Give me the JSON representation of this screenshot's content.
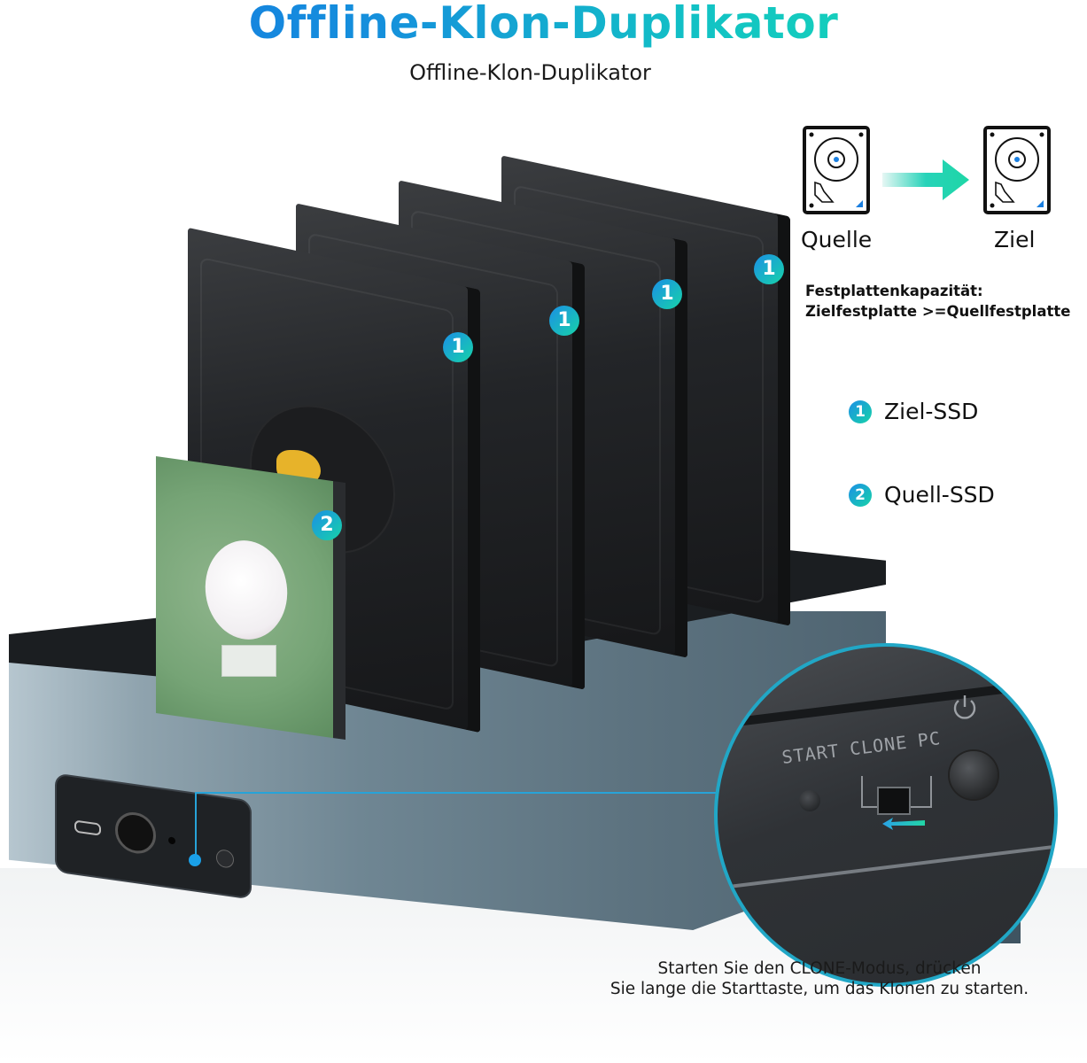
{
  "header": {
    "title": "Offline-Klon-Duplikator",
    "subtitle": "Offline-Klon-Duplikator",
    "title_gradient": [
      "#1673e4",
      "#1ae2ae"
    ]
  },
  "diagram": {
    "source_label": "Quelle",
    "target_label": "Ziel",
    "source_icon": "hard-disk-icon",
    "target_icon": "hard-disk-icon",
    "arrow_icon": "arrow-right-icon",
    "arrow_color": "#1ed6a6"
  },
  "capacity_note": {
    "line1": "Festplattenkapazität:",
    "line2": "Zielfestplatte >=Quellfestplatte"
  },
  "legend": [
    {
      "number": "1",
      "label": "Ziel-SSD"
    },
    {
      "number": "2",
      "label": "Quell-SSD"
    }
  ],
  "drives": [
    {
      "badge": "2",
      "type": "source"
    },
    {
      "badge": "1",
      "type": "target"
    },
    {
      "badge": "1",
      "type": "target"
    },
    {
      "badge": "1",
      "type": "target"
    },
    {
      "badge": "1",
      "type": "target"
    }
  ],
  "callout": {
    "switch_labels": [
      "START",
      "CLONE",
      "PC"
    ],
    "power_icon": "power-icon",
    "direction_icon": "arrow-left-icon",
    "accent_color": "#21a7c6"
  },
  "caption": {
    "line1": "Starten Sie den CLONE-Modus, drücken",
    "line2": "Sie lange die Starttaste, um das Klonen zu starten."
  }
}
